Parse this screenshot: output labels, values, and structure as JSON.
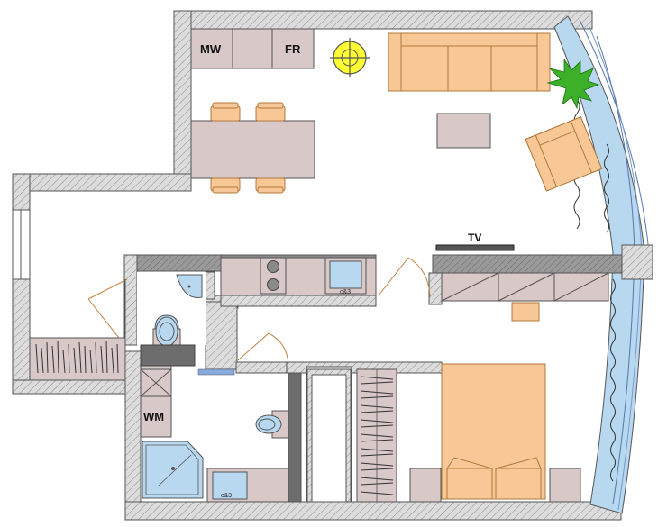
{
  "plan": {
    "labels": {
      "microwave": "MW",
      "fridge": "FR",
      "tv": "TV",
      "washing_machine": "WM"
    },
    "colors": {
      "wall_hatch_bg": "#d9d9d9",
      "wall_outline": "#555555",
      "cabinet_fill": "#d8c8c8",
      "furniture_fill": "#f7c795",
      "furniture_stroke": "#b07a3c",
      "glass_fill": "#b8d8f0",
      "counter_dark": "#8a8a8a",
      "lamp_yellow": "#ffff33",
      "plant_green": "#3cb028"
    }
  }
}
